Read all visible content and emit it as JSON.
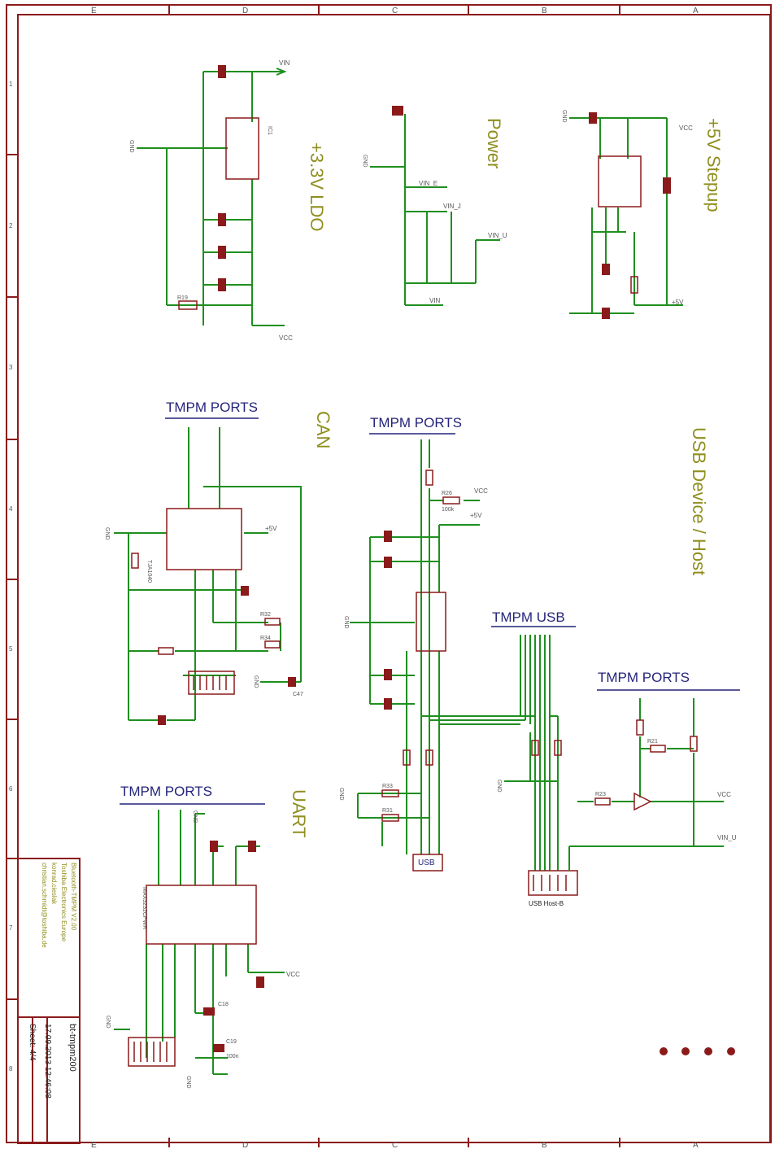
{
  "frame": {
    "col_labels": [
      "E",
      "D",
      "C",
      "B",
      "A"
    ],
    "row_labels": [
      "1",
      "2",
      "3",
      "4",
      "5",
      "6",
      "7",
      "8"
    ]
  },
  "sections": {
    "ldo": "+3.3V LDO",
    "power": "Power",
    "stepup": "+5V Stepup",
    "can": "CAN",
    "usb": "USB Device / Host",
    "uart": "UART"
  },
  "port_headers": {
    "can": "TMPM PORTS",
    "usb_ports": "TMPM PORTS",
    "usb": "TMPM USB",
    "host_ports": "TMPM PORTS",
    "uart": "TMPM PORTS"
  },
  "nets": {
    "vin": "VIN",
    "vcc": "VCC",
    "gnd": "GND",
    "p5v": "+5V",
    "vin_e": "VIN_E",
    "vin_j": "VIN_J",
    "vin_u": "VIN_U"
  },
  "components": {
    "usb_conn": "USB",
    "usb_host": "USB Host-B",
    "u_ldo": "IC1",
    "can_ic": "TJA1040",
    "uart_ic": "MAX3232CPWR",
    "r19": "R19",
    "r26": "R26",
    "r26_val": "100k",
    "r32": "R32",
    "r34": "R34",
    "r33": "R33",
    "r31": "R31",
    "r21": "R21",
    "r23": "R23",
    "c18": "C18",
    "c19": "C19",
    "c19_val": "100n",
    "c47": "C47"
  },
  "title_block": {
    "line1": "Bluetooth-TMPM V2.00",
    "line2": "Toshiba Electronics Europe",
    "line3": "konrad.cieslak",
    "line4": "christian.schmidt@toshiba.de",
    "drawing": "bt-tmpm200",
    "date": "17.09.2013 12:46:08",
    "sheet": "Sheet: 4/4"
  }
}
